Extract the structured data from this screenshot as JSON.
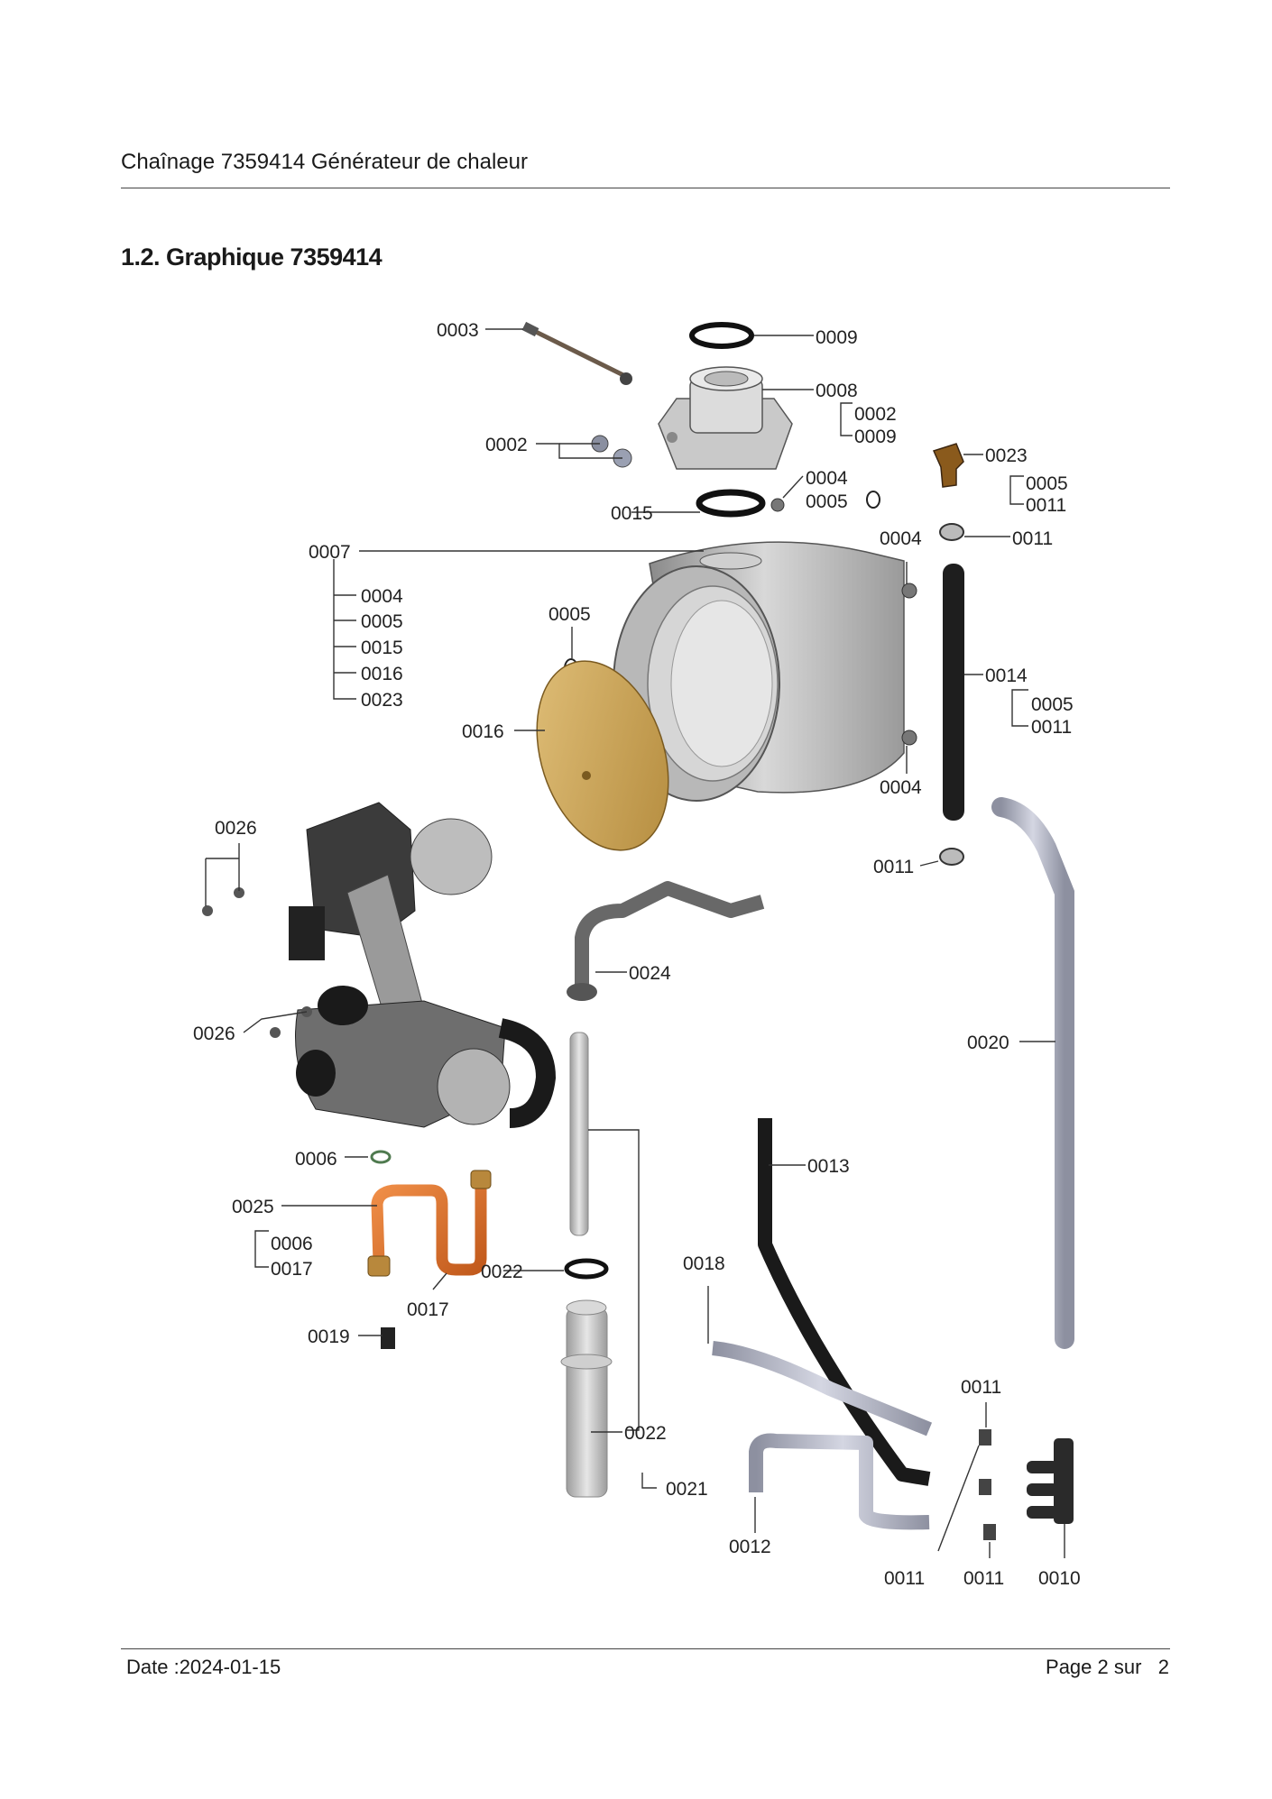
{
  "header": {
    "title": "Chaînage 7359414 Générateur de chaleur"
  },
  "section": {
    "heading": "1.2. Graphique 7359414"
  },
  "footer": {
    "date": "Date :2024-01-15",
    "page": "Page 2 sur   2"
  },
  "diagram": {
    "labels": {
      "p0003": "0003",
      "p0009": "0009",
      "p0008": "0008",
      "p0008_sub1": "0002",
      "p0008_sub2": "0009",
      "p0002": "0002",
      "p0023": "0023",
      "p0023_sub1": "0005",
      "p0023_sub2": "0011",
      "p0004_top": "0004",
      "p0005_top": "0005",
      "p0015": "0015",
      "p0004_right": "0004",
      "p0011_top": "0011",
      "p0007": "0007",
      "p0007_sub1": "0004",
      "p0007_sub2": "0005",
      "p0007_sub3": "0015",
      "p0007_sub4": "0016",
      "p0007_sub5": "0023",
      "p0005_mid": "0005",
      "p0016": "0016",
      "p0014": "0014",
      "p0014_sub1": "0005",
      "p0014_sub2": "0011",
      "p0004_low": "0004",
      "p0026_top": "0026",
      "p0011_mid": "0011",
      "p0024": "0024",
      "p0026_mid": "0026",
      "p0020": "0020",
      "p0006": "0006",
      "p0013": "0013",
      "p0025": "0025",
      "p0025_sub1": "0006",
      "p0025_sub2": "0017",
      "p0018": "0018",
      "p0022_ring": "0022",
      "p0017": "0017",
      "p0019": "0019",
      "p0011_r1": "0011",
      "p0022": "0022",
      "p0021": "0021",
      "p0012": "0012",
      "p0011_b1": "0011",
      "p0011_b2": "0011",
      "p0010": "0010"
    }
  }
}
